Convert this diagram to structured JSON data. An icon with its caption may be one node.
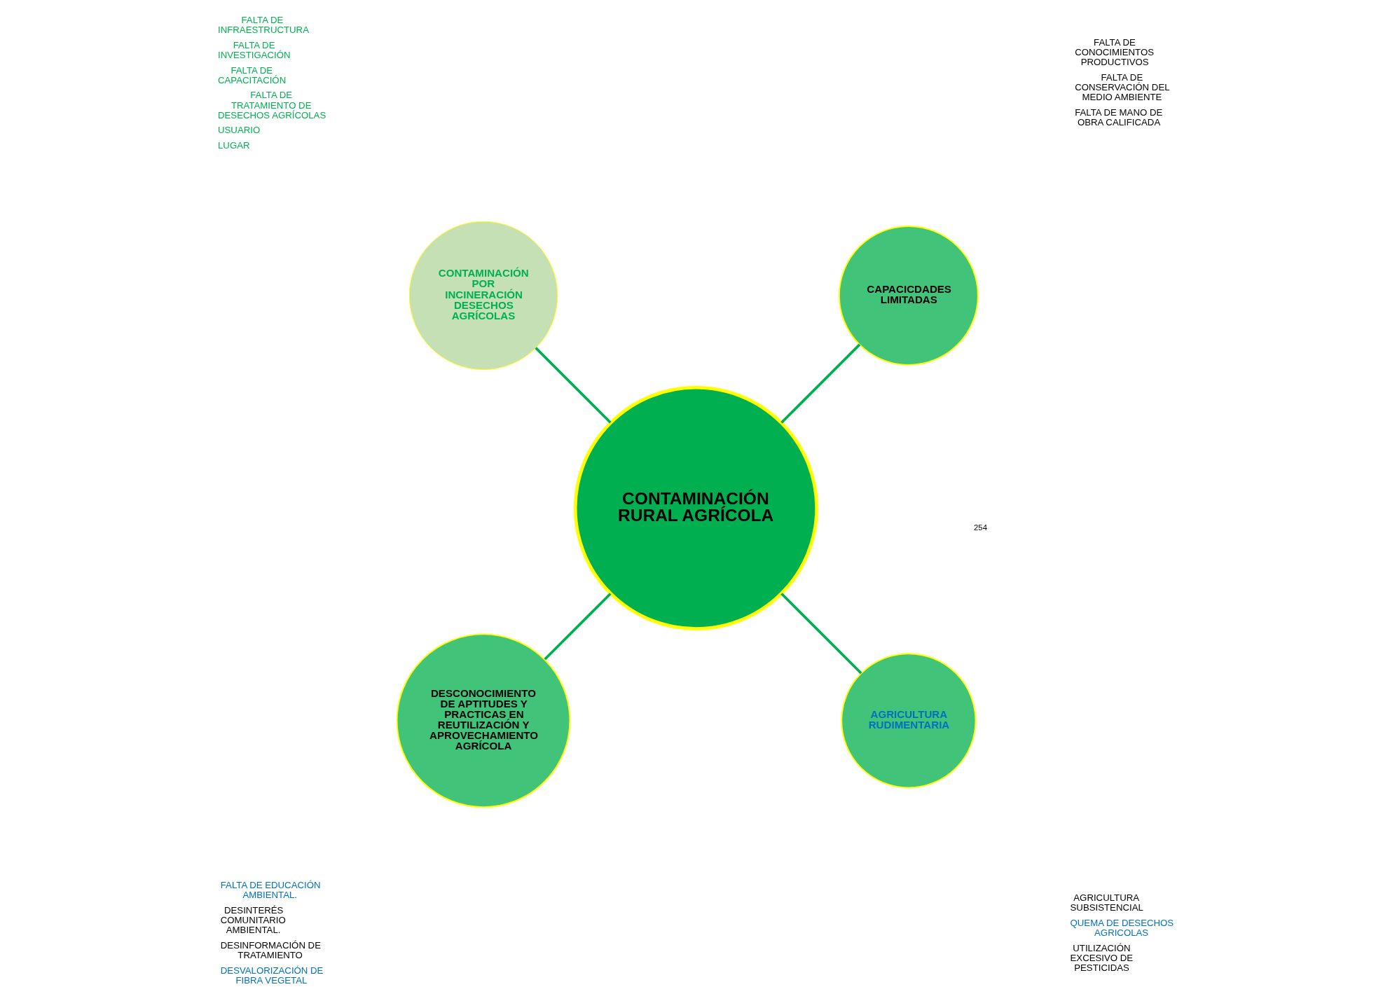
{
  "diagram": {
    "nodes": [
      {
        "text": [
          "CONTAMINACIÓN RURAL AGRÍCOLA"
        ]
      },
      {
        "text": [
          "CAPACICDADES LIMITADAS"
        ],
        "beside": [
          "FALTA DE CONOCIMIENTOS PRODUCTIVOS",
          "FALTA DE CONSERVACIÓN DEL MEDIO AMBIENTE",
          "FALTA DE MANO DE OBRA CALIFICADA"
        ]
      },
      {
        "text": [
          "CONTAMINACIÓN POR INCINERACIÓN DESECHOS AGRÍCOLAS"
        ],
        "beside": [
          "FALTA DE INFRAESTRUCTURA",
          "FALTA DE INVESTIGACIÓN",
          "FALTA DE CAPACITACIÓN",
          "FALTA DE TRATAMIENTO DE DESECHOS AGRÍCOLAS",
          "USUARIO",
          "LUGAR"
        ]
      },
      {
        "text": [
          "DESCONOCIMIENTO DE APTITUDES Y PRACTICAS EN REUTILIZACIÓN Y APROVECHAMIENTO AGRÍCOLA"
        ],
        "beside": [
          "FALTA DE EDUCACIÓN AMBIENTAL.",
          "DESINTERÉS COMUNITARIO AMBIENTAL.",
          "DESINFORMACIÓN DE TRATAMIENTO",
          "DESVALORIZACIÓN DE FIBRA VEGETAL"
        ]
      },
      {
        "text": [
          "AGRICULTURA RUDIMENTARIA"
        ],
        "beside": [
          "AGRICULTURA SUBSISTENCIAL",
          "QUEMA DE DESECHOS AGRICOLAS",
          "UTILIZACIÓN EXCESIVO DE PESTICIDAS"
        ]
      }
    ],
    "edges": [
      {
        "from": 0,
        "to": 1,
        "arrow": "none"
      },
      {
        "from": 0,
        "to": 2,
        "arrow": "none"
      },
      {
        "from": 0,
        "to": 3,
        "arrow": "none"
      },
      {
        "from": 0,
        "to": 4,
        "arrow": "none"
      }
    ],
    "labels": [
      "254"
    ]
  }
}
